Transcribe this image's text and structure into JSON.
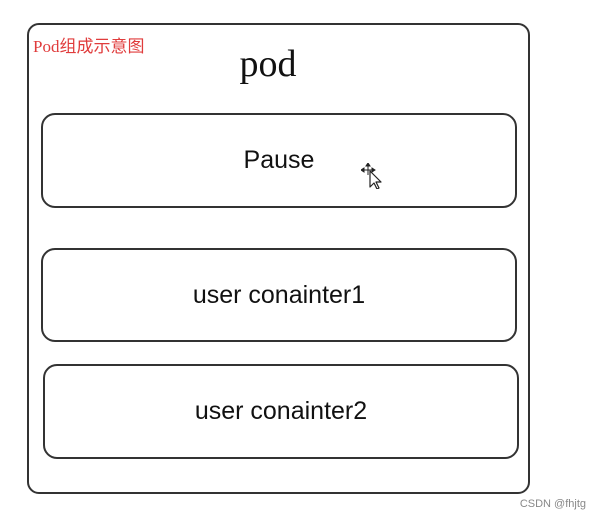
{
  "caption": "Pod组成示意图",
  "pod": {
    "title": "pod",
    "containers": [
      {
        "label": "Pause"
      },
      {
        "label": "user conainter1"
      },
      {
        "label": "user conainter2"
      }
    ]
  },
  "cursor_icon": "move-cursor-icon",
  "watermark": "CSDN @fhjtg",
  "colors": {
    "caption": "#e03c3c",
    "border": "#333333",
    "text": "#111111",
    "background": "#ffffff"
  }
}
